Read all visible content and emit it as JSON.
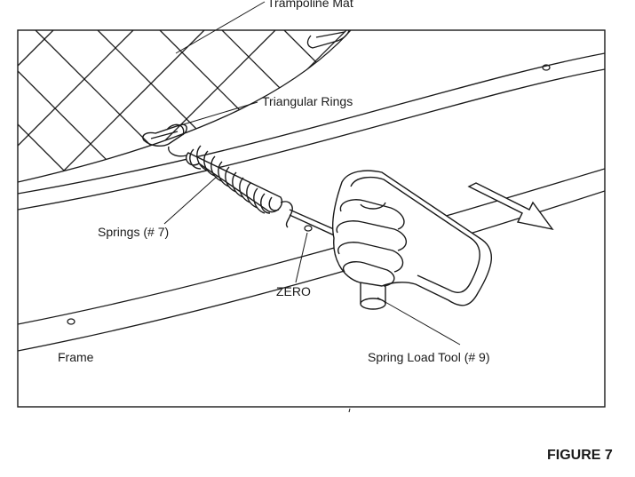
{
  "labels": {
    "trampoline_mat": "Trampoline Mat",
    "triangular_rings": "Triangular Rings",
    "springs": "Springs (# 7)",
    "zero": "ZERO",
    "frame": "Frame",
    "spring_load_tool": "Spring Load Tool (# 9)"
  },
  "figure_caption": "FIGURE 7",
  "colors": {
    "ink": "#1a1a1a",
    "background": "#ffffff"
  }
}
